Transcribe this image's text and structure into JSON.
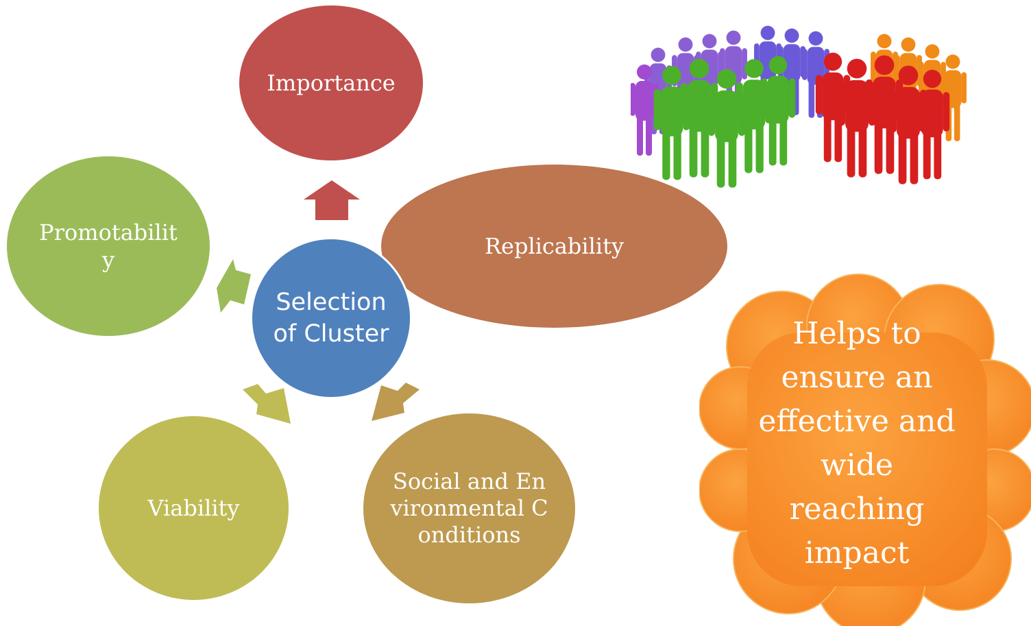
{
  "center": {
    "label": "Selection of Cluster",
    "color": "#4f81bd"
  },
  "nodes": [
    {
      "id": "importance",
      "label": "Importance",
      "color": "#c0504d"
    },
    {
      "id": "replicability",
      "label": "Replicability",
      "color": "#bd7650"
    },
    {
      "id": "promotability",
      "label": "Promotability",
      "color": "#9bbb59"
    },
    {
      "id": "viability",
      "label": "Viability",
      "color": "#bfbc56"
    },
    {
      "id": "social",
      "label": "Social and Environmental Conditions",
      "color": "#bd9a50"
    }
  ],
  "callout": {
    "text": "Helps to ensure an effective and wide reaching impact",
    "color": "#f7922c"
  },
  "illustration": {
    "icon": "people-crowd-icon",
    "colors": [
      "#7a3fc0",
      "#4cb02a",
      "#d81f1f",
      "#f08a18"
    ]
  }
}
